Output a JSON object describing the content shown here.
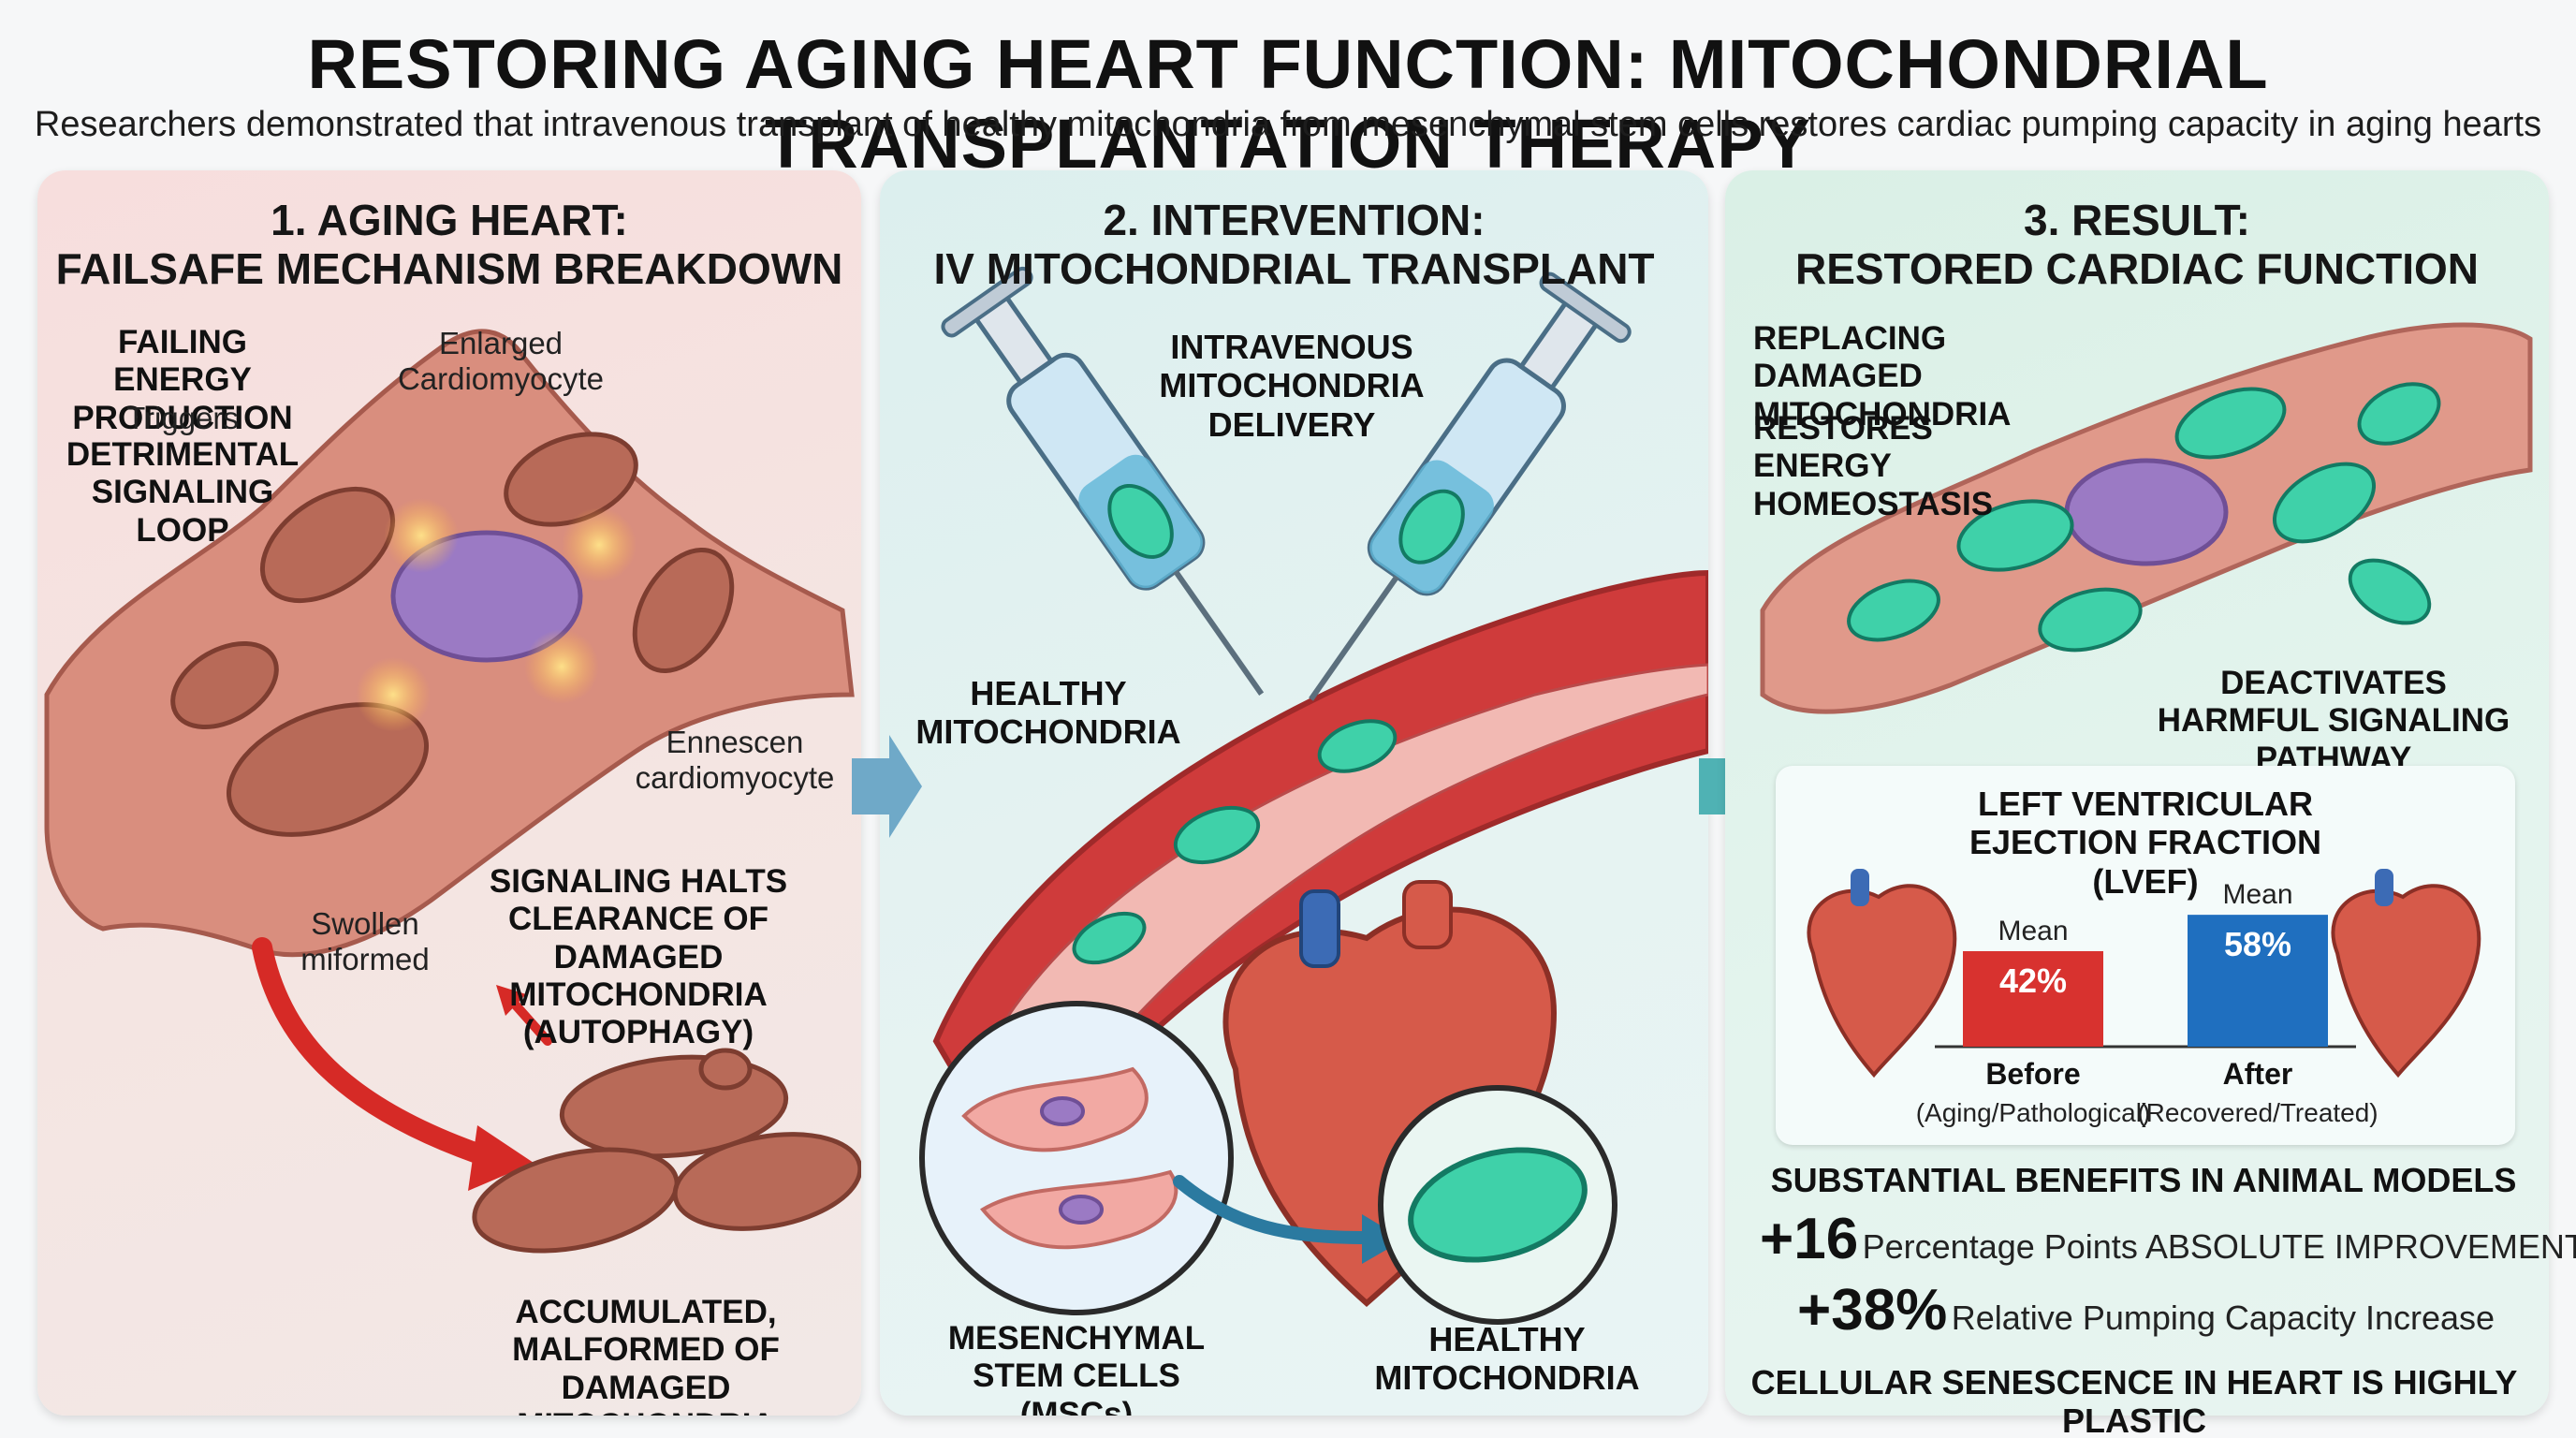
{
  "title": "RESTORING AGING HEART FUNCTION: MITOCHONDRIAL TRANSPLANTATION THERAPY",
  "subtitle": "Researchers demonstrated that intravenous transplant of healthy mitochondria from mesenchymal stem cells restores cardiac pumping capacity in aging hearts",
  "panel1": {
    "title_line1": "1. AGING HEART:",
    "title_line2": "FAILSAFE MECHANISM BREAKDOWN",
    "failing_energy": "FAILING ENERGY PRODUCTION",
    "triggers": "Triggers",
    "detrimental": "DETRIMENTAL SIGNALING LOOP",
    "enlarged": "Enlarged Cardiomyocyte",
    "ennescen": "Ennescen cardiomyocyte",
    "swollen": "Swollen miformed",
    "signaling_halts": "SIGNALING HALTS CLEARANCE OF DAMAGED MITOCHONDRIA (AUTOPHAGY)",
    "accumulated": "ACCUMULATED, MALFORMED OF DAMAGED MITOCHONDRIA"
  },
  "panel2": {
    "title_line1": "2. INTERVENTION:",
    "title_line2": "IV MITOCHONDRIAL TRANSPLANT",
    "iv_delivery": "INTRAVENOUS MITOCHONDRIA DELIVERY",
    "healthy_mito_1": "HEALTHY MITOCHONDRIA",
    "mscs": "MESENCHYMAL STEM CELLS (MSCs)",
    "healthy_mito_2": "HEALTHY MITOCHONDRIA"
  },
  "panel3": {
    "title_line1": "3. RESULT:",
    "title_line2": "RESTORED CARDIAC FUNCTION",
    "replacing": "REPLACING DAMAGED MITOCHONDRIA",
    "restores": "RESTORES ENERGY HOMEOSTASIS",
    "deactivates": "DEACTIVATES HARMFUL SIGNALING PATHWAY",
    "benefits": "SUBSTANTIAL BENEFITS IN ANIMAL MODELS",
    "stat1_num": "+16",
    "stat1_txt": "Percentage Points ABSOLUTE IMPROVEMENT",
    "stat2_num": "+38%",
    "stat2_txt": "Relative Pumping Capacity Increase",
    "senescence": "CELLULAR SENESCENCE IN HEART IS HIGHLY PLASTIC"
  },
  "chart_data": {
    "type": "bar",
    "title": "LEFT VENTRICULAR EJECTION FRACTION (LVEF)",
    "categories": [
      "Before",
      "After"
    ],
    "category_sublabels": [
      "(Aging/Pathological)",
      "(Recovered/Treated)"
    ],
    "bar_header": "Mean",
    "values": [
      42,
      58
    ],
    "value_labels": [
      "42%",
      "58%"
    ],
    "colors": [
      "#d8322f",
      "#1f6fbf"
    ]
  },
  "colors": {
    "panel1_bg": "#f7dedd",
    "panel2_bg": "#dcefee",
    "panel3_bg": "#daf0e6",
    "damaged_mito": "#b86a58",
    "healthy_mito": "#35c9a6",
    "before_bar": "#d8322f",
    "after_bar": "#1f6fbf"
  }
}
